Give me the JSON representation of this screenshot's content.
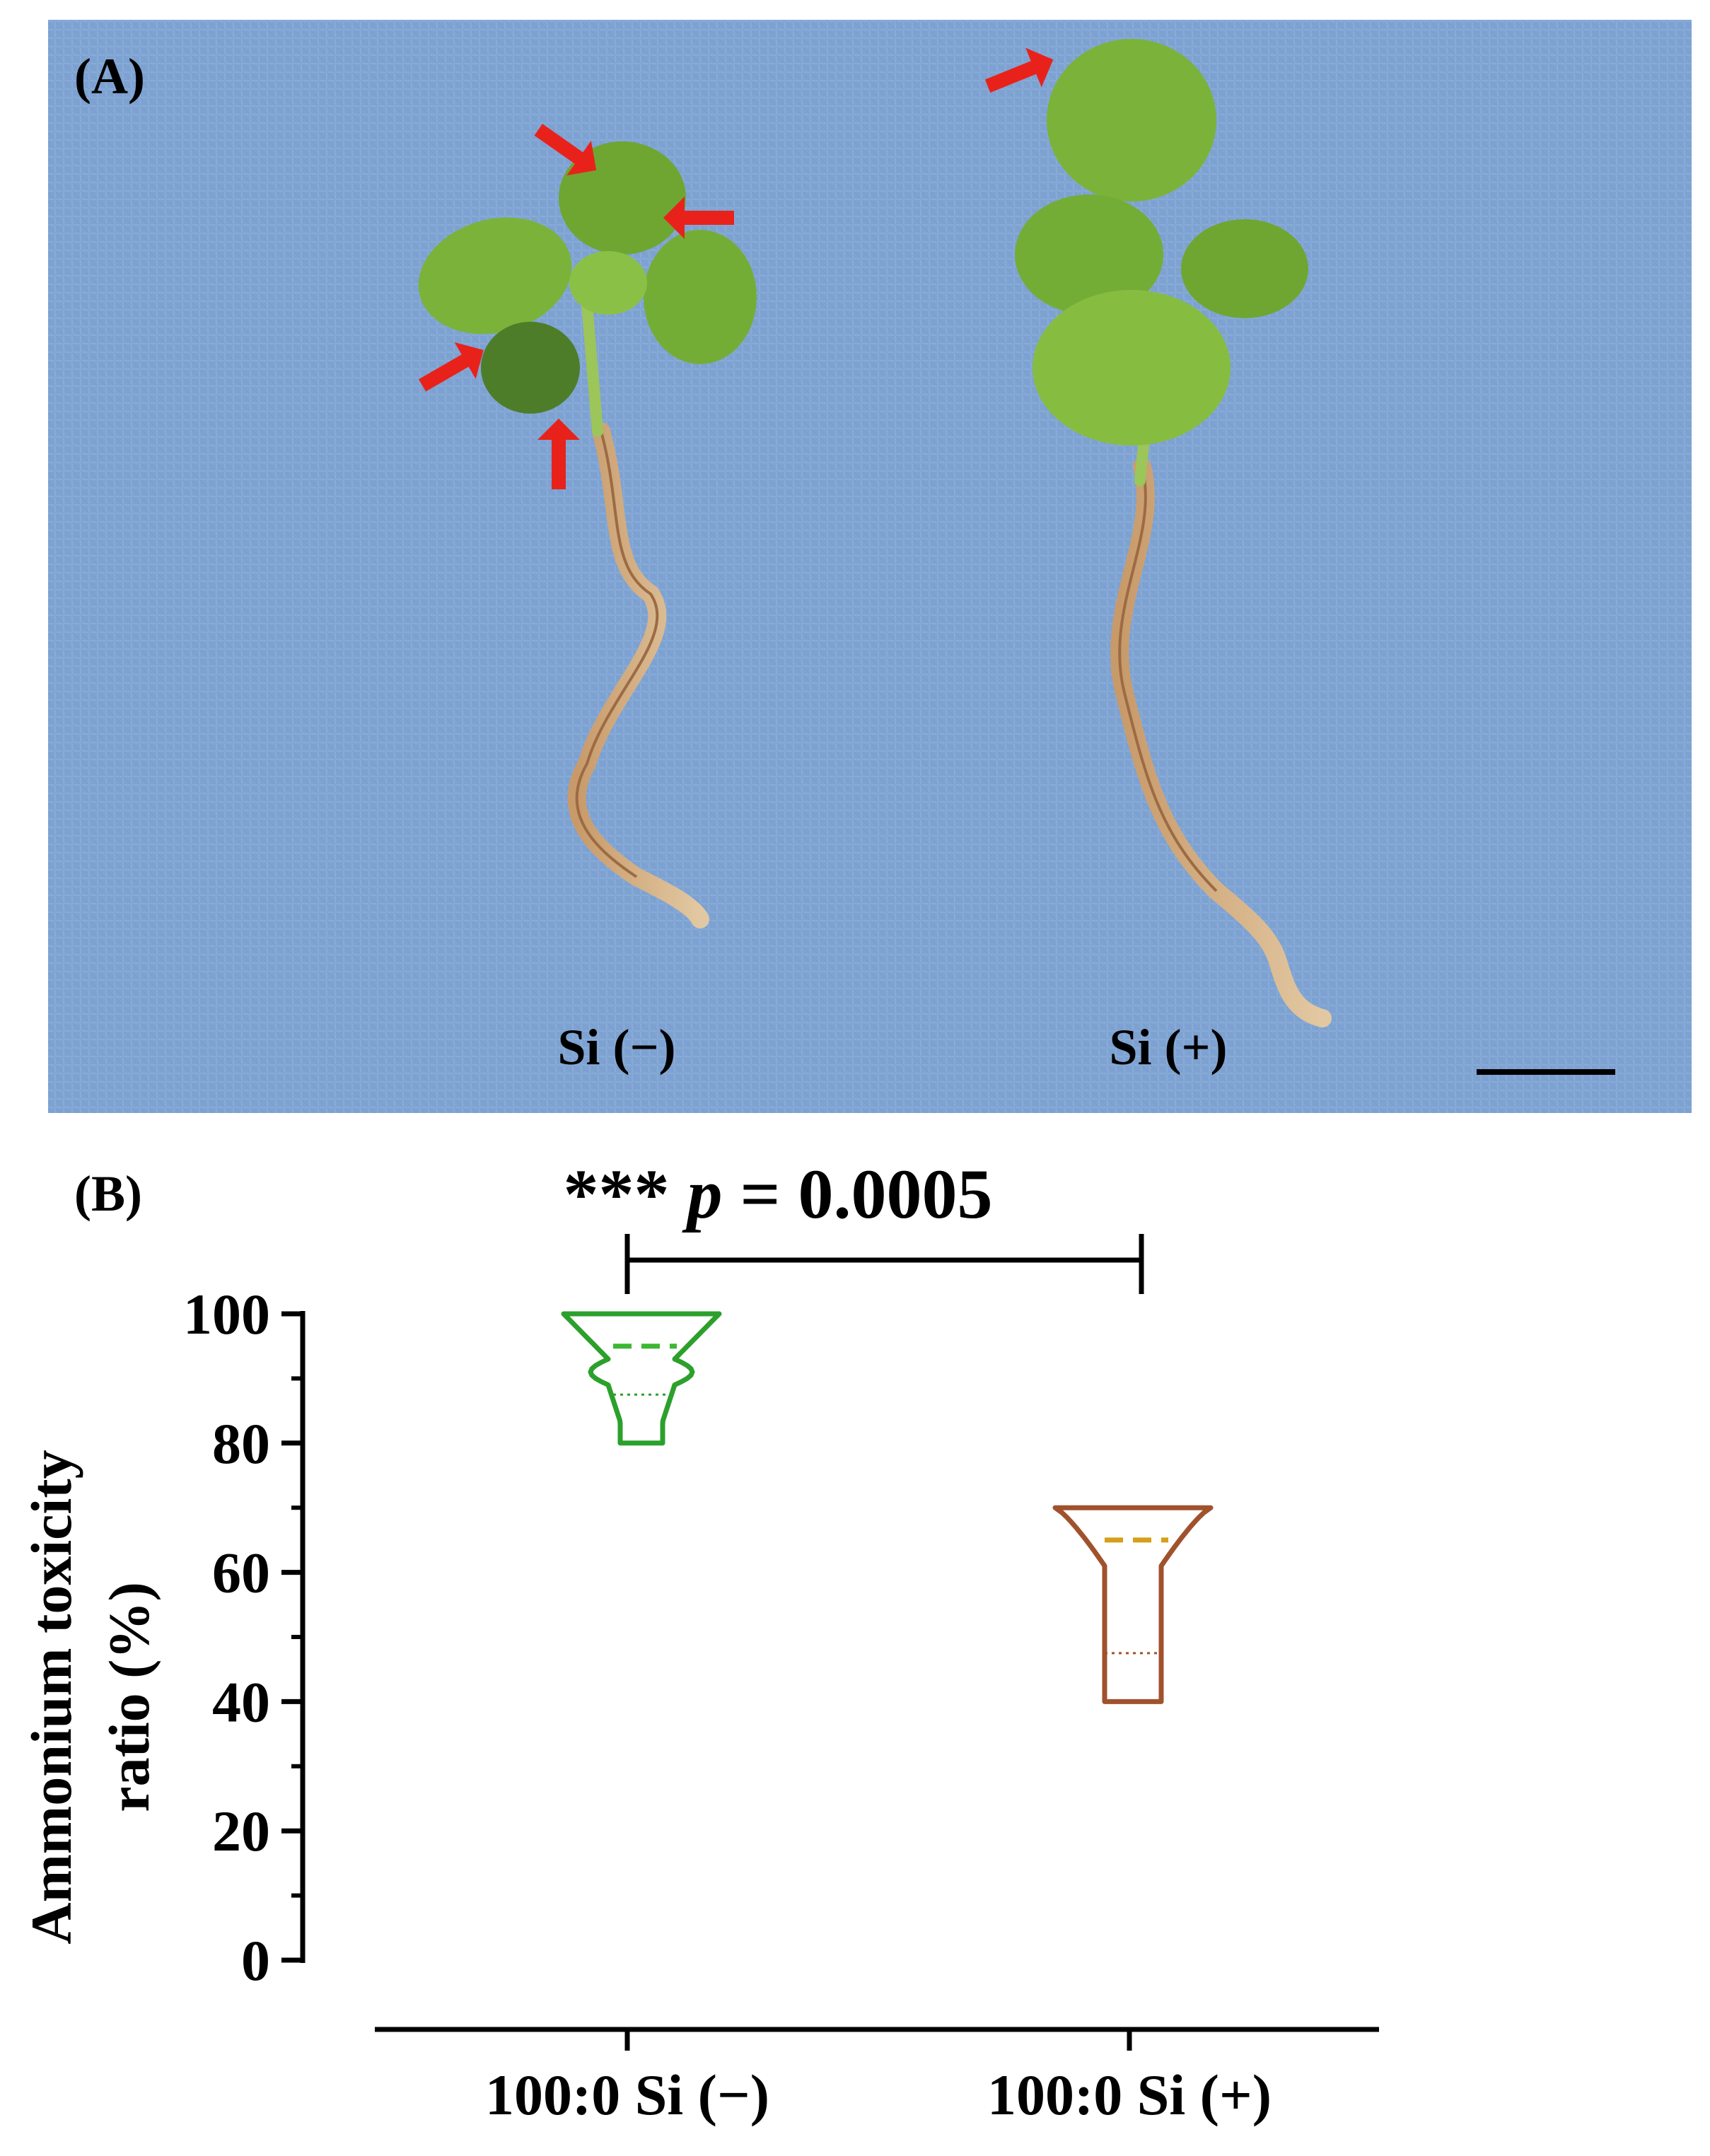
{
  "panel_a": {
    "label": "(A)",
    "left_plant_label": "Si (−)",
    "right_plant_label": "Si (+)"
  },
  "panel_b": {
    "label": "(B)"
  },
  "significance": {
    "stars": "***",
    "p_symbol": "p",
    "p_rest": " = 0.0005"
  },
  "colors": {
    "background_cloth": "#7ea3d2",
    "leaf": "#7bb33a",
    "arrow": "#e8221b",
    "violin_si_minus": "#2ca02c",
    "violin_si_plus": "#a0522d",
    "median_si_minus": "#3cb832",
    "median_si_plus": "#d4a017"
  },
  "chart_data": {
    "type": "violin",
    "ylabel_line1": "Ammonium toxicity",
    "ylabel_line2": "ratio (%)",
    "ylim": [
      0,
      100
    ],
    "yticks": [
      0,
      20,
      40,
      60,
      80,
      100
    ],
    "categories": [
      "100:0 Si (−)",
      "100:0 Si (+)"
    ],
    "series": [
      {
        "category": "100:0 Si (−)",
        "min": 80,
        "max": 100,
        "median": 95,
        "q1": 87.5
      },
      {
        "category": "100:0 Si (+)",
        "min": 40,
        "max": 70,
        "median": 65,
        "q1": 47.5
      }
    ],
    "grid": false
  }
}
